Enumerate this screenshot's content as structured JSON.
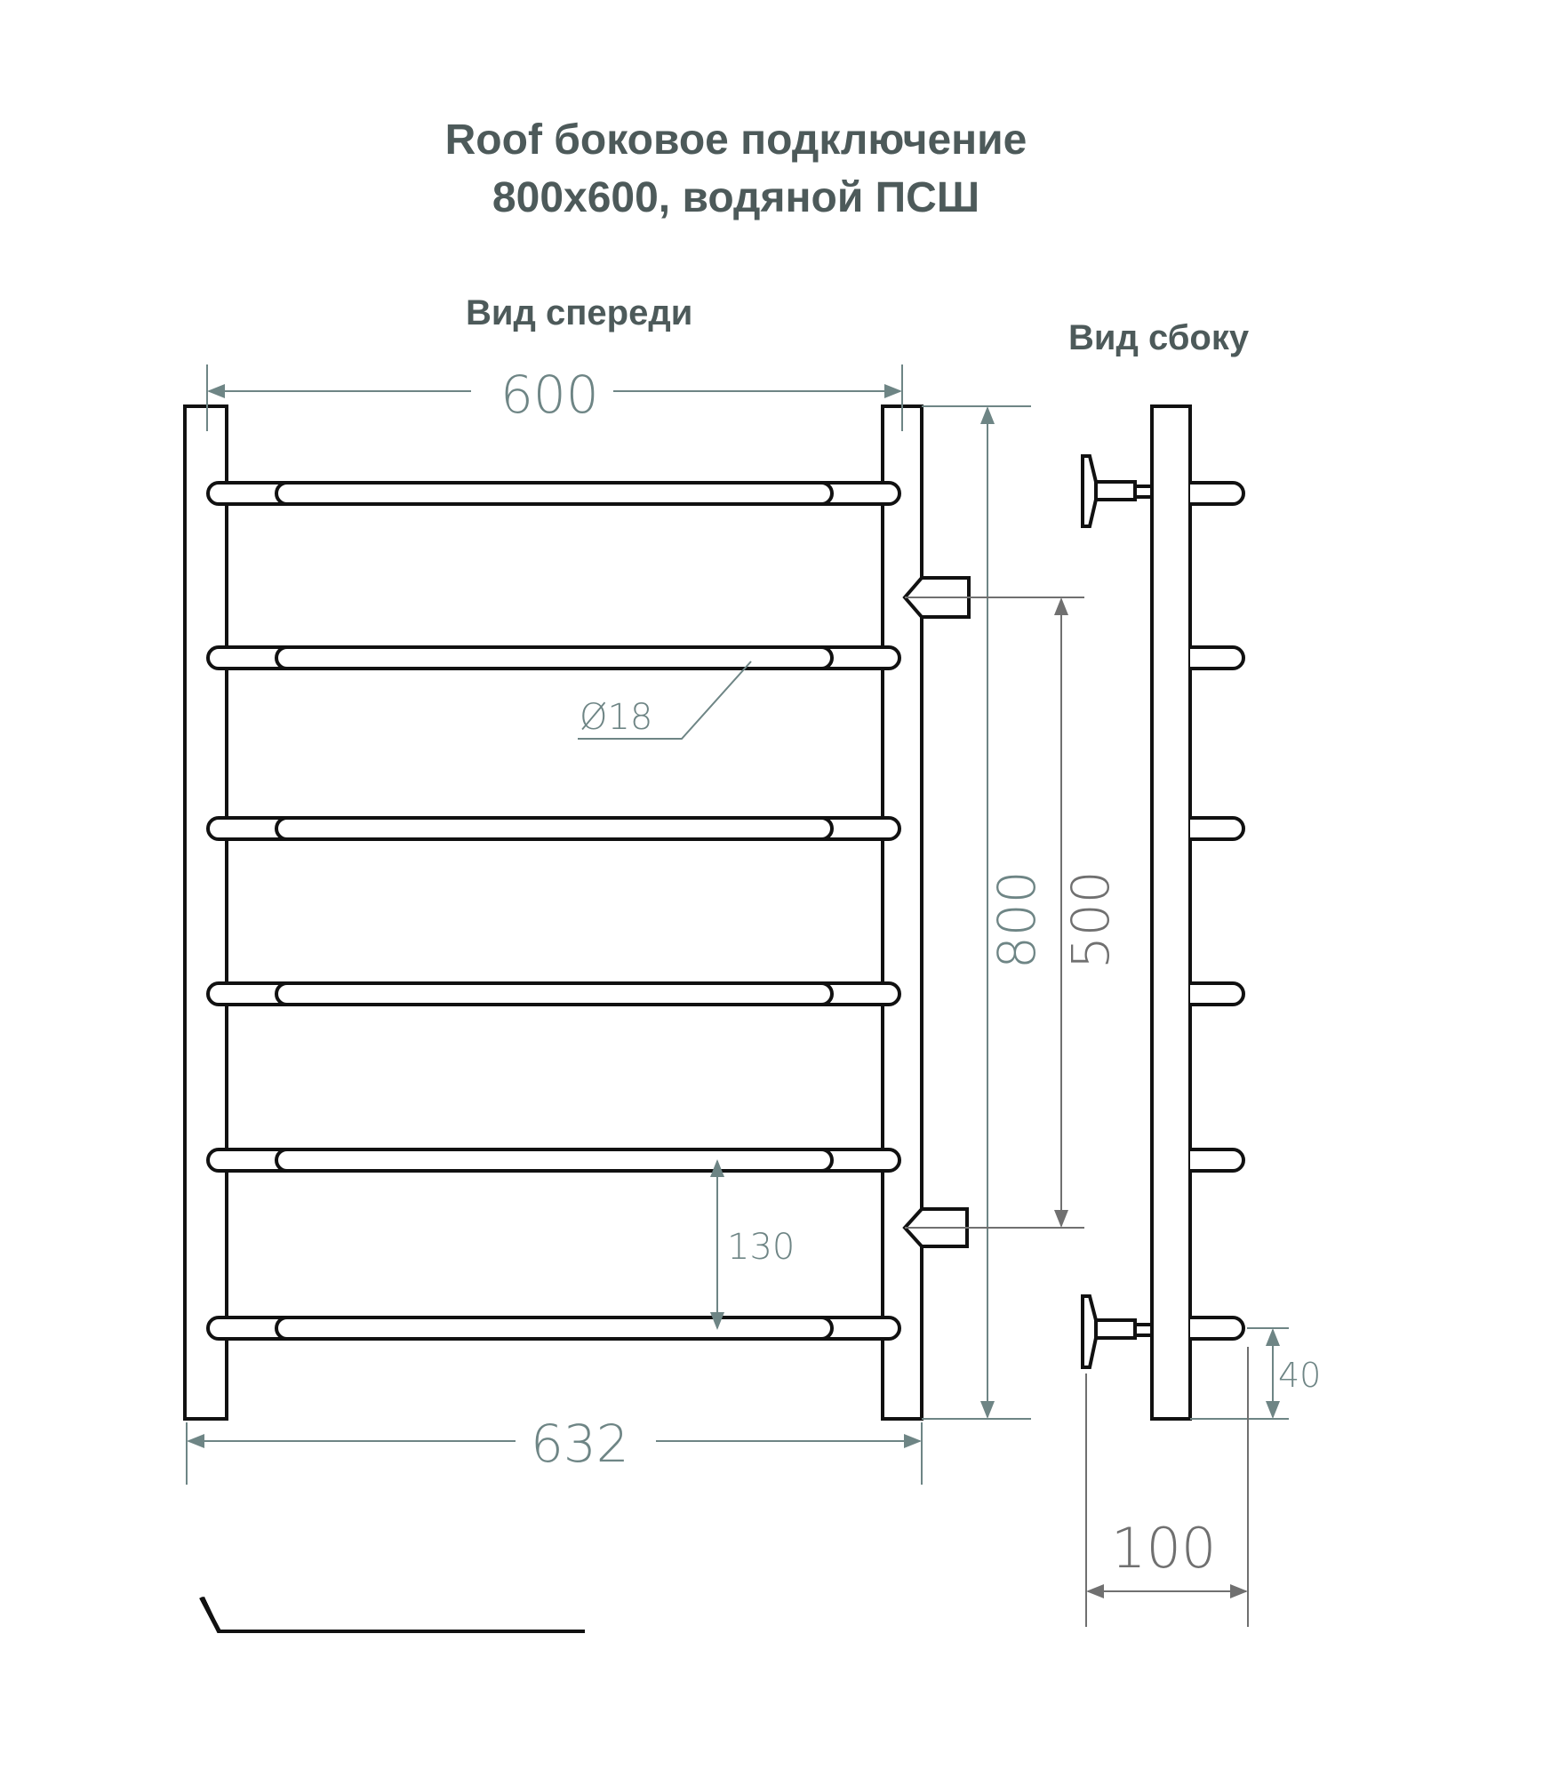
{
  "title": {
    "line1": "Roof боковое подключение",
    "line2": "800x600, водяной ПСШ"
  },
  "views": {
    "front_label": "Вид спереди",
    "side_label": "Вид сбоку"
  },
  "dimensions": {
    "width_axis": "600",
    "overall_width": "632",
    "height": "800",
    "connection_spacing": "500",
    "bar_pitch": "130",
    "bar_diameter": "Ø18",
    "bottom_offset": "40",
    "depth": "100"
  },
  "drawing": {
    "bar_count": 6,
    "line_color": "#111111",
    "dim_color_teal": "#6e8585",
    "dim_color_gray": "#707070",
    "title_color": "#4d5a5a"
  }
}
